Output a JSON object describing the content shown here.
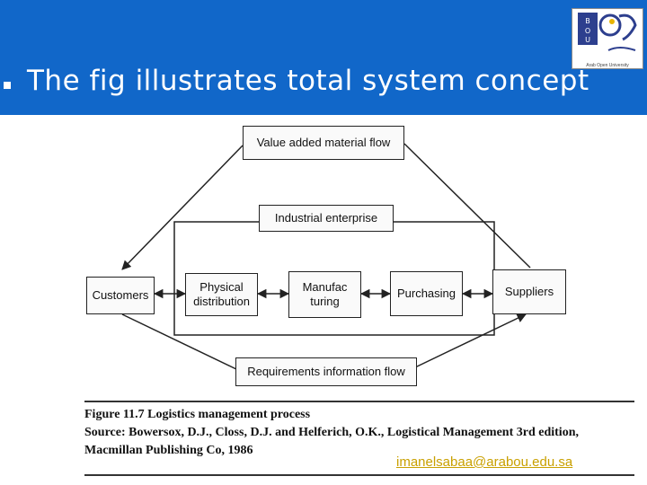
{
  "slide": {
    "title": "The fig illustrates total system concept",
    "bullet_icon": "square-bullet-icon",
    "email": "imanelsabaa@arabou.edu.sa"
  },
  "logo": {
    "name": "arab-open-university-logo",
    "caption": "Arab Open University"
  },
  "diagram": {
    "top_box": "Value added material flow",
    "enterprise_box": "Industrial enterprise",
    "customers": "Customers",
    "physical_distribution": "Physical\ndistribution",
    "manufacturing": "Manufac\nturing",
    "purchasing": "Purchasing",
    "suppliers": "Suppliers",
    "bottom_box": "Requirements information flow"
  },
  "caption": {
    "line1": "Figure 11.7  Logistics management process",
    "line2": "Source: Bowersox, D.J., Closs, D.J. and Helferich, O.K., Logistical Management 3rd edition,",
    "line3": "Macmillan Publishing Co, 1986"
  },
  "colors": {
    "banner": "#1167c9",
    "title_text": "#ffffff",
    "email_text": "#c9a000"
  }
}
